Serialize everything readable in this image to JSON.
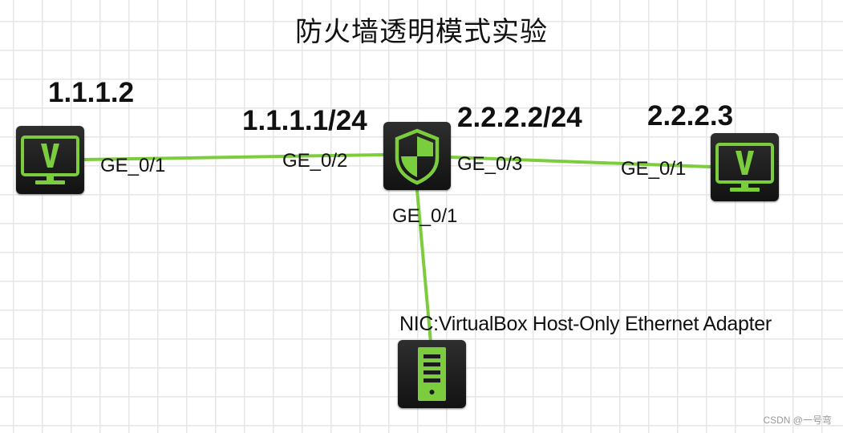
{
  "title": "防火墙透明模式实验",
  "accent_color": "#7ccd3e",
  "device_color": "#1c1c1c",
  "devices": {
    "pc_left": {
      "icon": "pc-monitor-icon",
      "ip": "1.1.1.2",
      "port": "GE_0/1"
    },
    "firewall": {
      "icon": "firewall-shield-icon",
      "left_ip": "1.1.1.1/24",
      "right_ip": "2.2.2.2/24",
      "port_left": "GE_0/2",
      "port_right": "GE_0/3",
      "port_bottom": "GE_0/1"
    },
    "pc_right": {
      "icon": "pc-monitor-icon",
      "ip": "2.2.2.3",
      "port": "GE_0/1"
    },
    "cloud": {
      "icon": "server-icon",
      "nic_label": "NIC:VirtualBox Host-Only Ethernet Adapter"
    }
  },
  "watermark": "CSDN @一号弯"
}
